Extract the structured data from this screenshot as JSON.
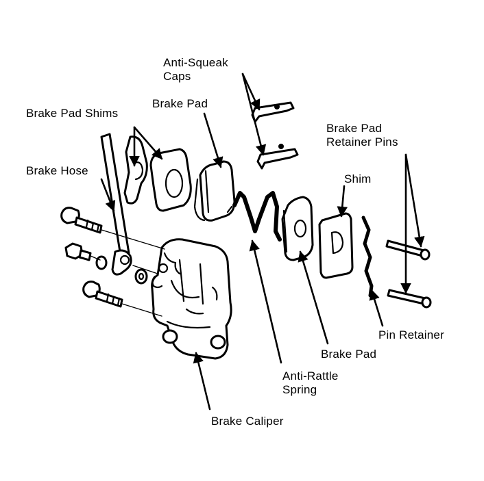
{
  "labels": {
    "anti_squeak_caps": "Anti-Squeak\nCaps",
    "brake_pad_shims": "Brake Pad Shims",
    "brake_pad_top": "Brake Pad",
    "brake_pad_retainer_pins": "Brake Pad\nRetainer Pins",
    "brake_hose": "Brake Hose",
    "shim": "Shim",
    "pin_retainer": "Pin Retainer",
    "brake_pad_bottom": "Brake Pad",
    "anti_rattle_spring": "Anti-Rattle\nSpring",
    "brake_caliper": "Brake Caliper"
  }
}
